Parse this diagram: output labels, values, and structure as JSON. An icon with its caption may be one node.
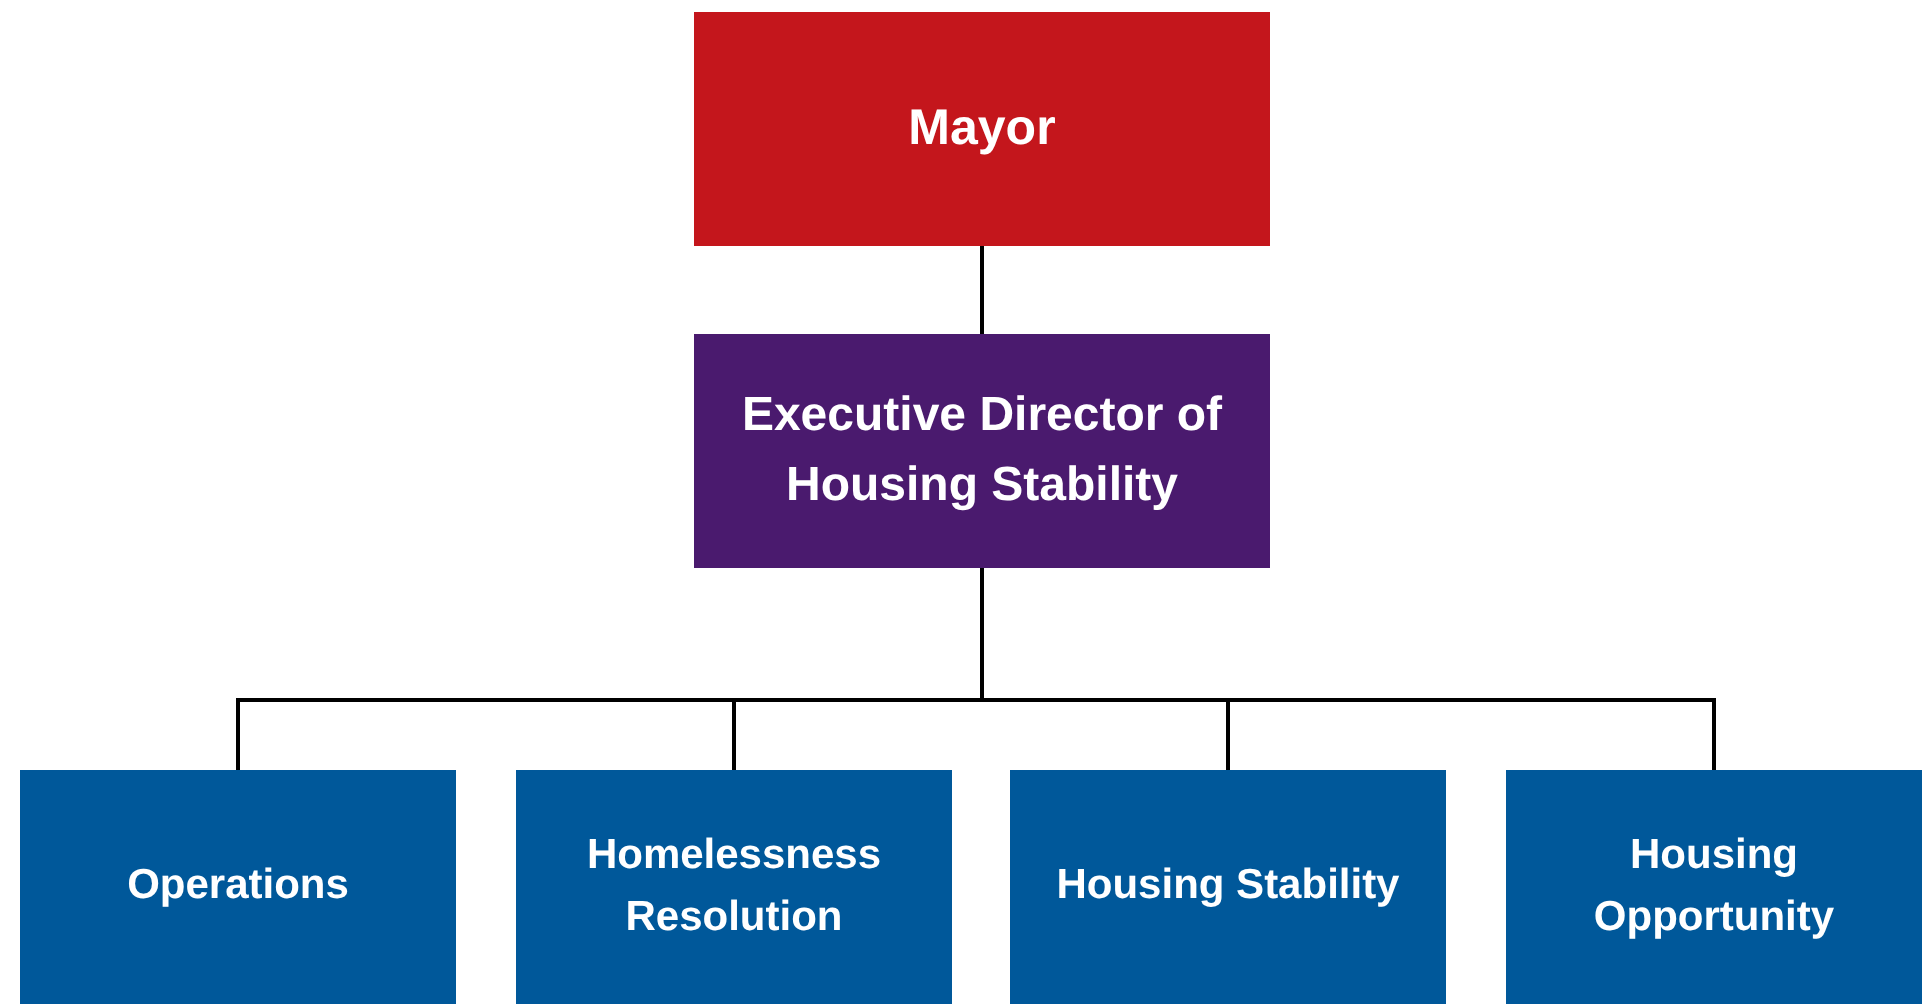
{
  "diagram": {
    "nodes": [
      {
        "text": [
          "Mayor"
        ]
      },
      {
        "text": [
          "Executive Director of Housing Stability"
        ]
      },
      {
        "text": [
          "Operations"
        ]
      },
      {
        "text": [
          "Homelessness Resolution"
        ]
      },
      {
        "text": [
          "Housing Stability"
        ]
      },
      {
        "text": [
          "Housing Opportunity"
        ]
      }
    ],
    "edges": [
      {
        "from": 0,
        "to": 1,
        "arrow": "none"
      },
      {
        "from": 1,
        "to": 2,
        "arrow": "none"
      },
      {
        "from": 1,
        "to": 3,
        "arrow": "none"
      },
      {
        "from": 1,
        "to": 4,
        "arrow": "none"
      },
      {
        "from": 1,
        "to": 5,
        "arrow": "none"
      }
    ]
  }
}
